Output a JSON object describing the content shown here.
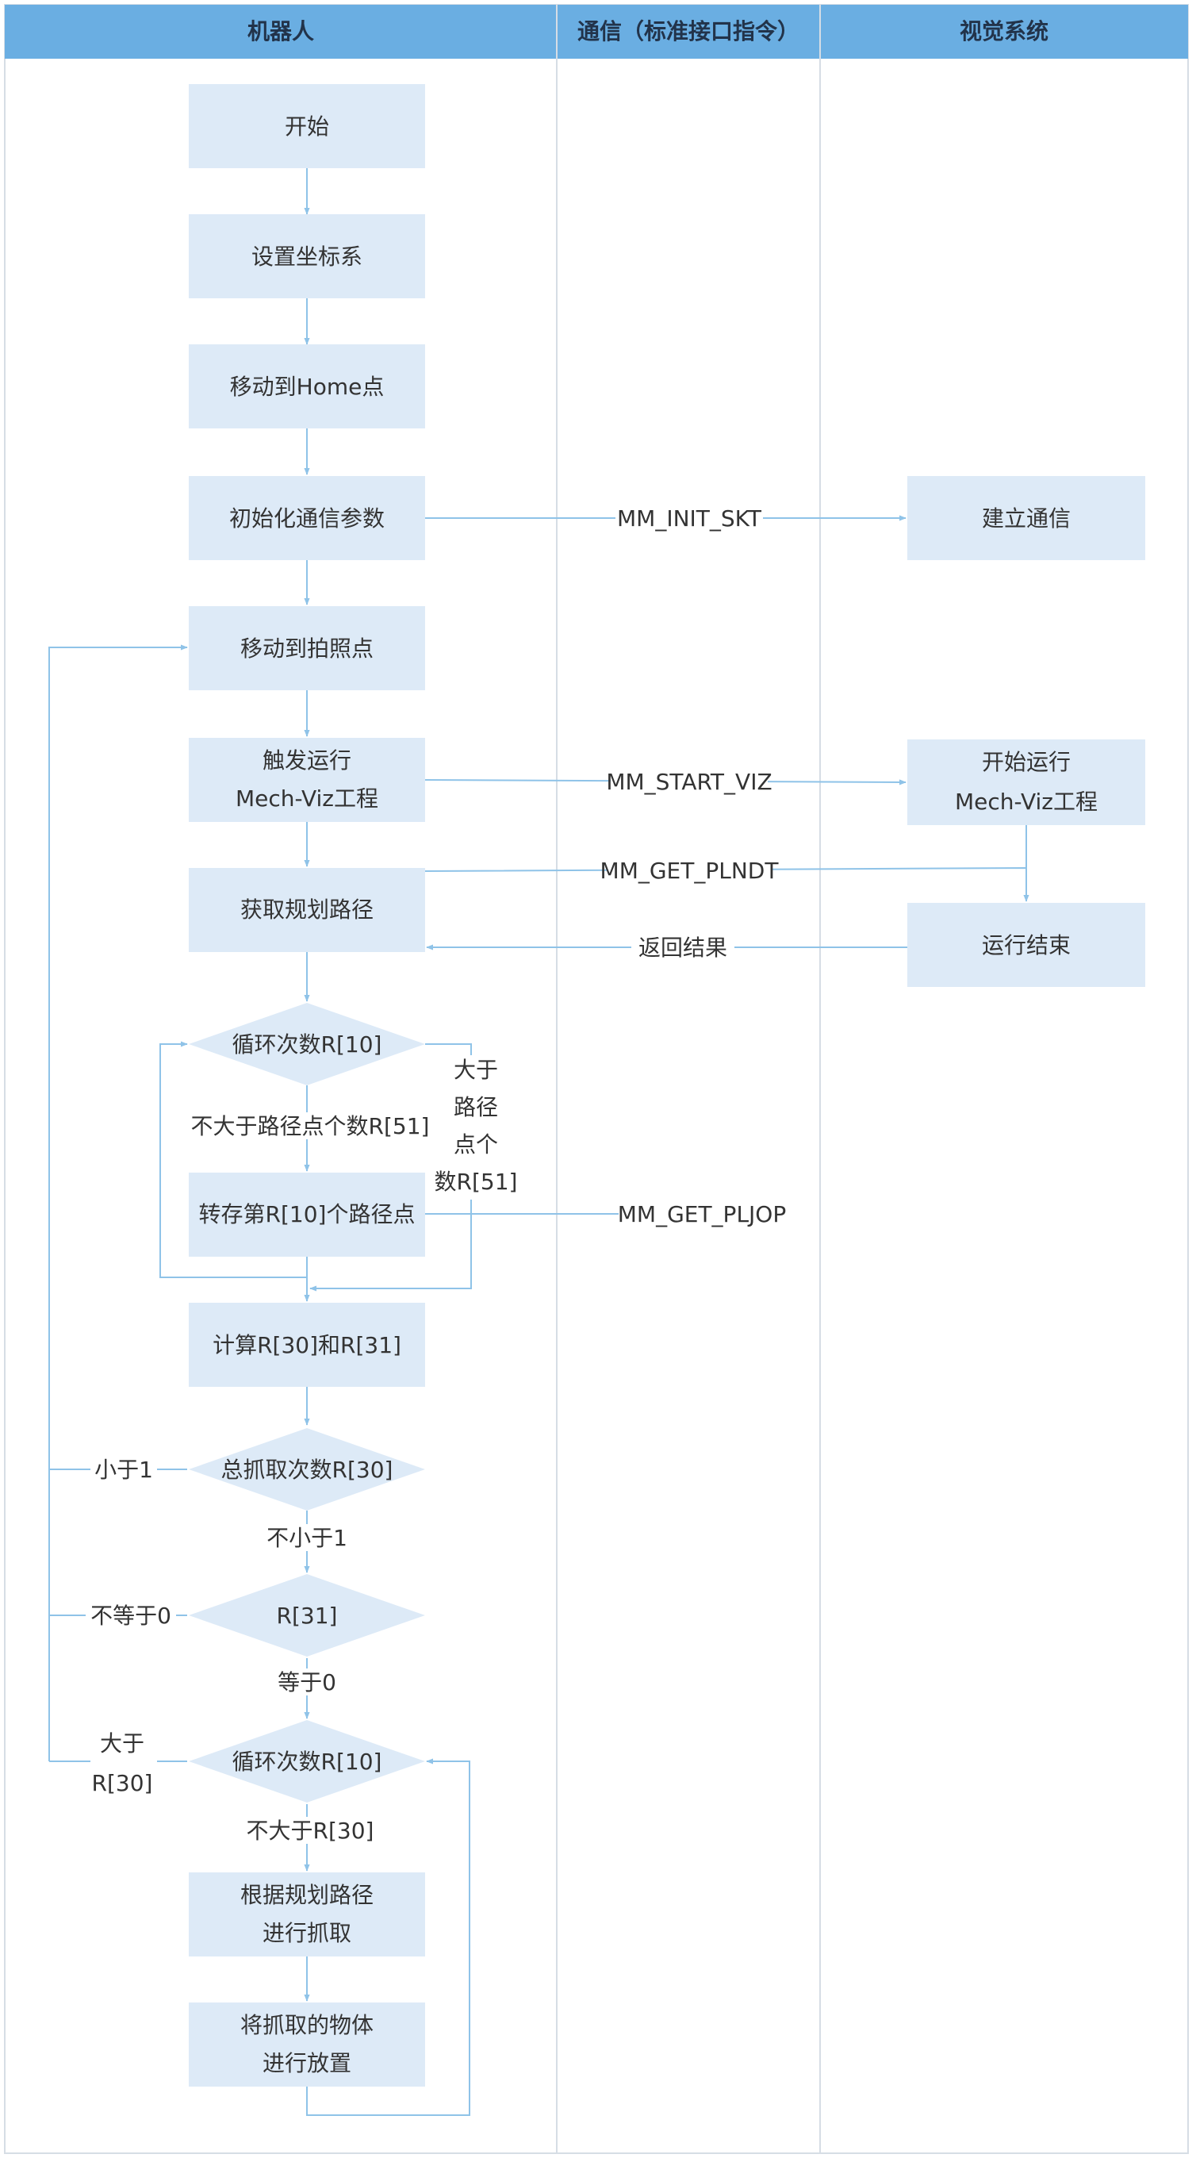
{
  "lanes": {
    "robot": "机器人",
    "comm": "通信（标准接口指令）",
    "vision": "视觉系统"
  },
  "nodes": {
    "start": "开始",
    "set_frame": "设置坐标系",
    "move_home": "移动到Home点",
    "init_comm": "初始化通信参数",
    "move_photo": "移动到拍照点",
    "trigger_l1": "触发运行",
    "trigger_l2": "Mech-Viz工程",
    "get_path": "获取规划路径",
    "loop1": "循环次数R[10]",
    "store_point": "转存第R[10]个路径点",
    "calc": "计算R[30]和R[31]",
    "total_pick": "总抓取次数R[30]",
    "r31": "R[31]",
    "loop2": "循环次数R[10]",
    "pick_l1": "根据规划路径",
    "pick_l2": "进行抓取",
    "place_l1": "将抓取的物体",
    "place_l2": "进行放置",
    "est_comm": "建立通信",
    "start_run_l1": "开始运行",
    "start_run_l2": "Mech-Viz工程",
    "run_end": "运行结束"
  },
  "edge_labels": {
    "mm_init_skt": "MM_INIT_SKT",
    "mm_start_viz": "MM_START_VIZ",
    "mm_get_plndt": "MM_GET_PLNDT",
    "return_result": "返回结果",
    "mm_get_pljop": "MM_GET_PLJOP",
    "not_greater_count": "不大于路径点个数R[51]",
    "greater_l1": "大于",
    "greater_l2": "路径",
    "greater_l3": "点个",
    "greater_l4": "数R[51]",
    "less_than_1": "小于1",
    "not_less_1": "不小于1",
    "not_equal_0": "不等于0",
    "equal_0": "等于0",
    "greater_r30_l1": "大于",
    "greater_r30_l2": "R[30]",
    "not_greater_r30": "不大于R[30]"
  },
  "colors": {
    "header_bg": "#6aaee2",
    "node_fill": "#ddeaf7",
    "line": "#8fc3e8",
    "border": "#d6dde5"
  }
}
